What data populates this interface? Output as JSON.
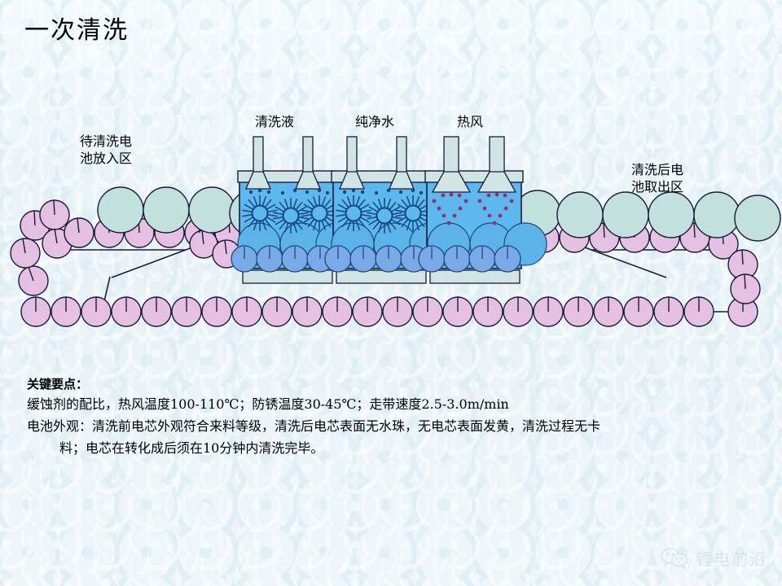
{
  "page": {
    "title": "一次清洗",
    "background_color": "#eaf4f7"
  },
  "diagram": {
    "labels": {
      "entry_zone": "待清洗电\n池放入区",
      "exit_zone": "清洗后电\n池取出区",
      "station_1": "清洗液",
      "station_2": "纯净水",
      "station_3": "热风"
    },
    "stations": [
      {
        "id": "station-cleaning-solution",
        "label": "清洗液",
        "type": "spray",
        "nozzles": 2,
        "spray_heads": 3
      },
      {
        "id": "station-pure-water",
        "label": "纯净水",
        "type": "spray",
        "nozzles": 2,
        "spray_heads": 3
      },
      {
        "id": "station-hot-air",
        "label": "热风",
        "type": "air",
        "nozzles": 2,
        "spray_heads": 2
      }
    ],
    "colors": {
      "tank_fill": "#5cb8ef",
      "tank_frame": "#c3dfe0",
      "tank_outline": "#1a1a3a",
      "battery_teal": "#c2e0dc",
      "battery_blue": "#7aa9e8",
      "roller_pink": "#e6c0e2",
      "belt_line": "#1a1a3a",
      "spray_dark": "#15477e",
      "hot_air_dot": "#9b3070"
    },
    "battery_count_top_left": 5,
    "battery_count_top_right": 6,
    "roller_count_top": 11,
    "roller_count_bottom": 23
  },
  "key_points": {
    "heading": "关键要点：",
    "line_1": "缓蚀剂的配比，热风温度100-110℃；防锈温度30-45℃；走带速度2.5-3.0m/min",
    "line_2a": "电池外观：清洗前电芯外观符合来料等级，清洗后电芯表面无水珠，无电芯表面发黄，清洗过程无卡",
    "line_2b": "料；电芯在转化成后须在10分钟内清洗完毕。"
  },
  "watermark": {
    "text": "锂电前沿",
    "icon": "wechat-icon"
  }
}
